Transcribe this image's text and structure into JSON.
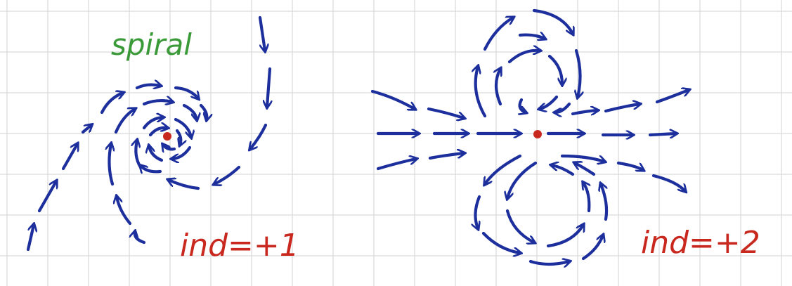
{
  "labels": {
    "spiral_title": "spiral",
    "left_index": "ind=+1",
    "right_index": "ind=+2"
  },
  "colors": {
    "field_lines": "#1c2f9c",
    "singular_point": "#c8281e",
    "index_text": "#c8281e",
    "spiral_text": "#3a9a38",
    "grid": "#d9d9d9"
  }
}
